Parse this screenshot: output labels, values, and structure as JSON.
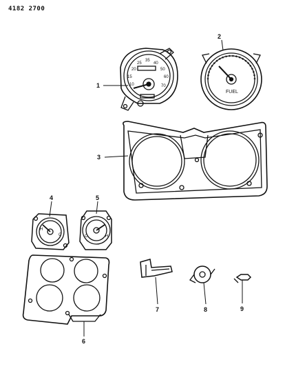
{
  "header": {
    "code": "4182  2700"
  },
  "callouts": {
    "c1": "1",
    "c2": "2",
    "c3": "3",
    "c4": "4",
    "c5": "5",
    "c6": "6",
    "c7": "7",
    "c8": "8",
    "c9": "9"
  },
  "speedometer": {
    "ticks": [
      "10",
      "15",
      "20",
      "25",
      "35",
      "40",
      "50",
      "60",
      "70"
    ]
  },
  "fuel_gauge": {
    "label": "FUEL"
  },
  "temp_gauge": {
    "h": "H",
    "c": "C"
  },
  "oil_gauge": {
    "h": "H",
    "c": "C"
  }
}
